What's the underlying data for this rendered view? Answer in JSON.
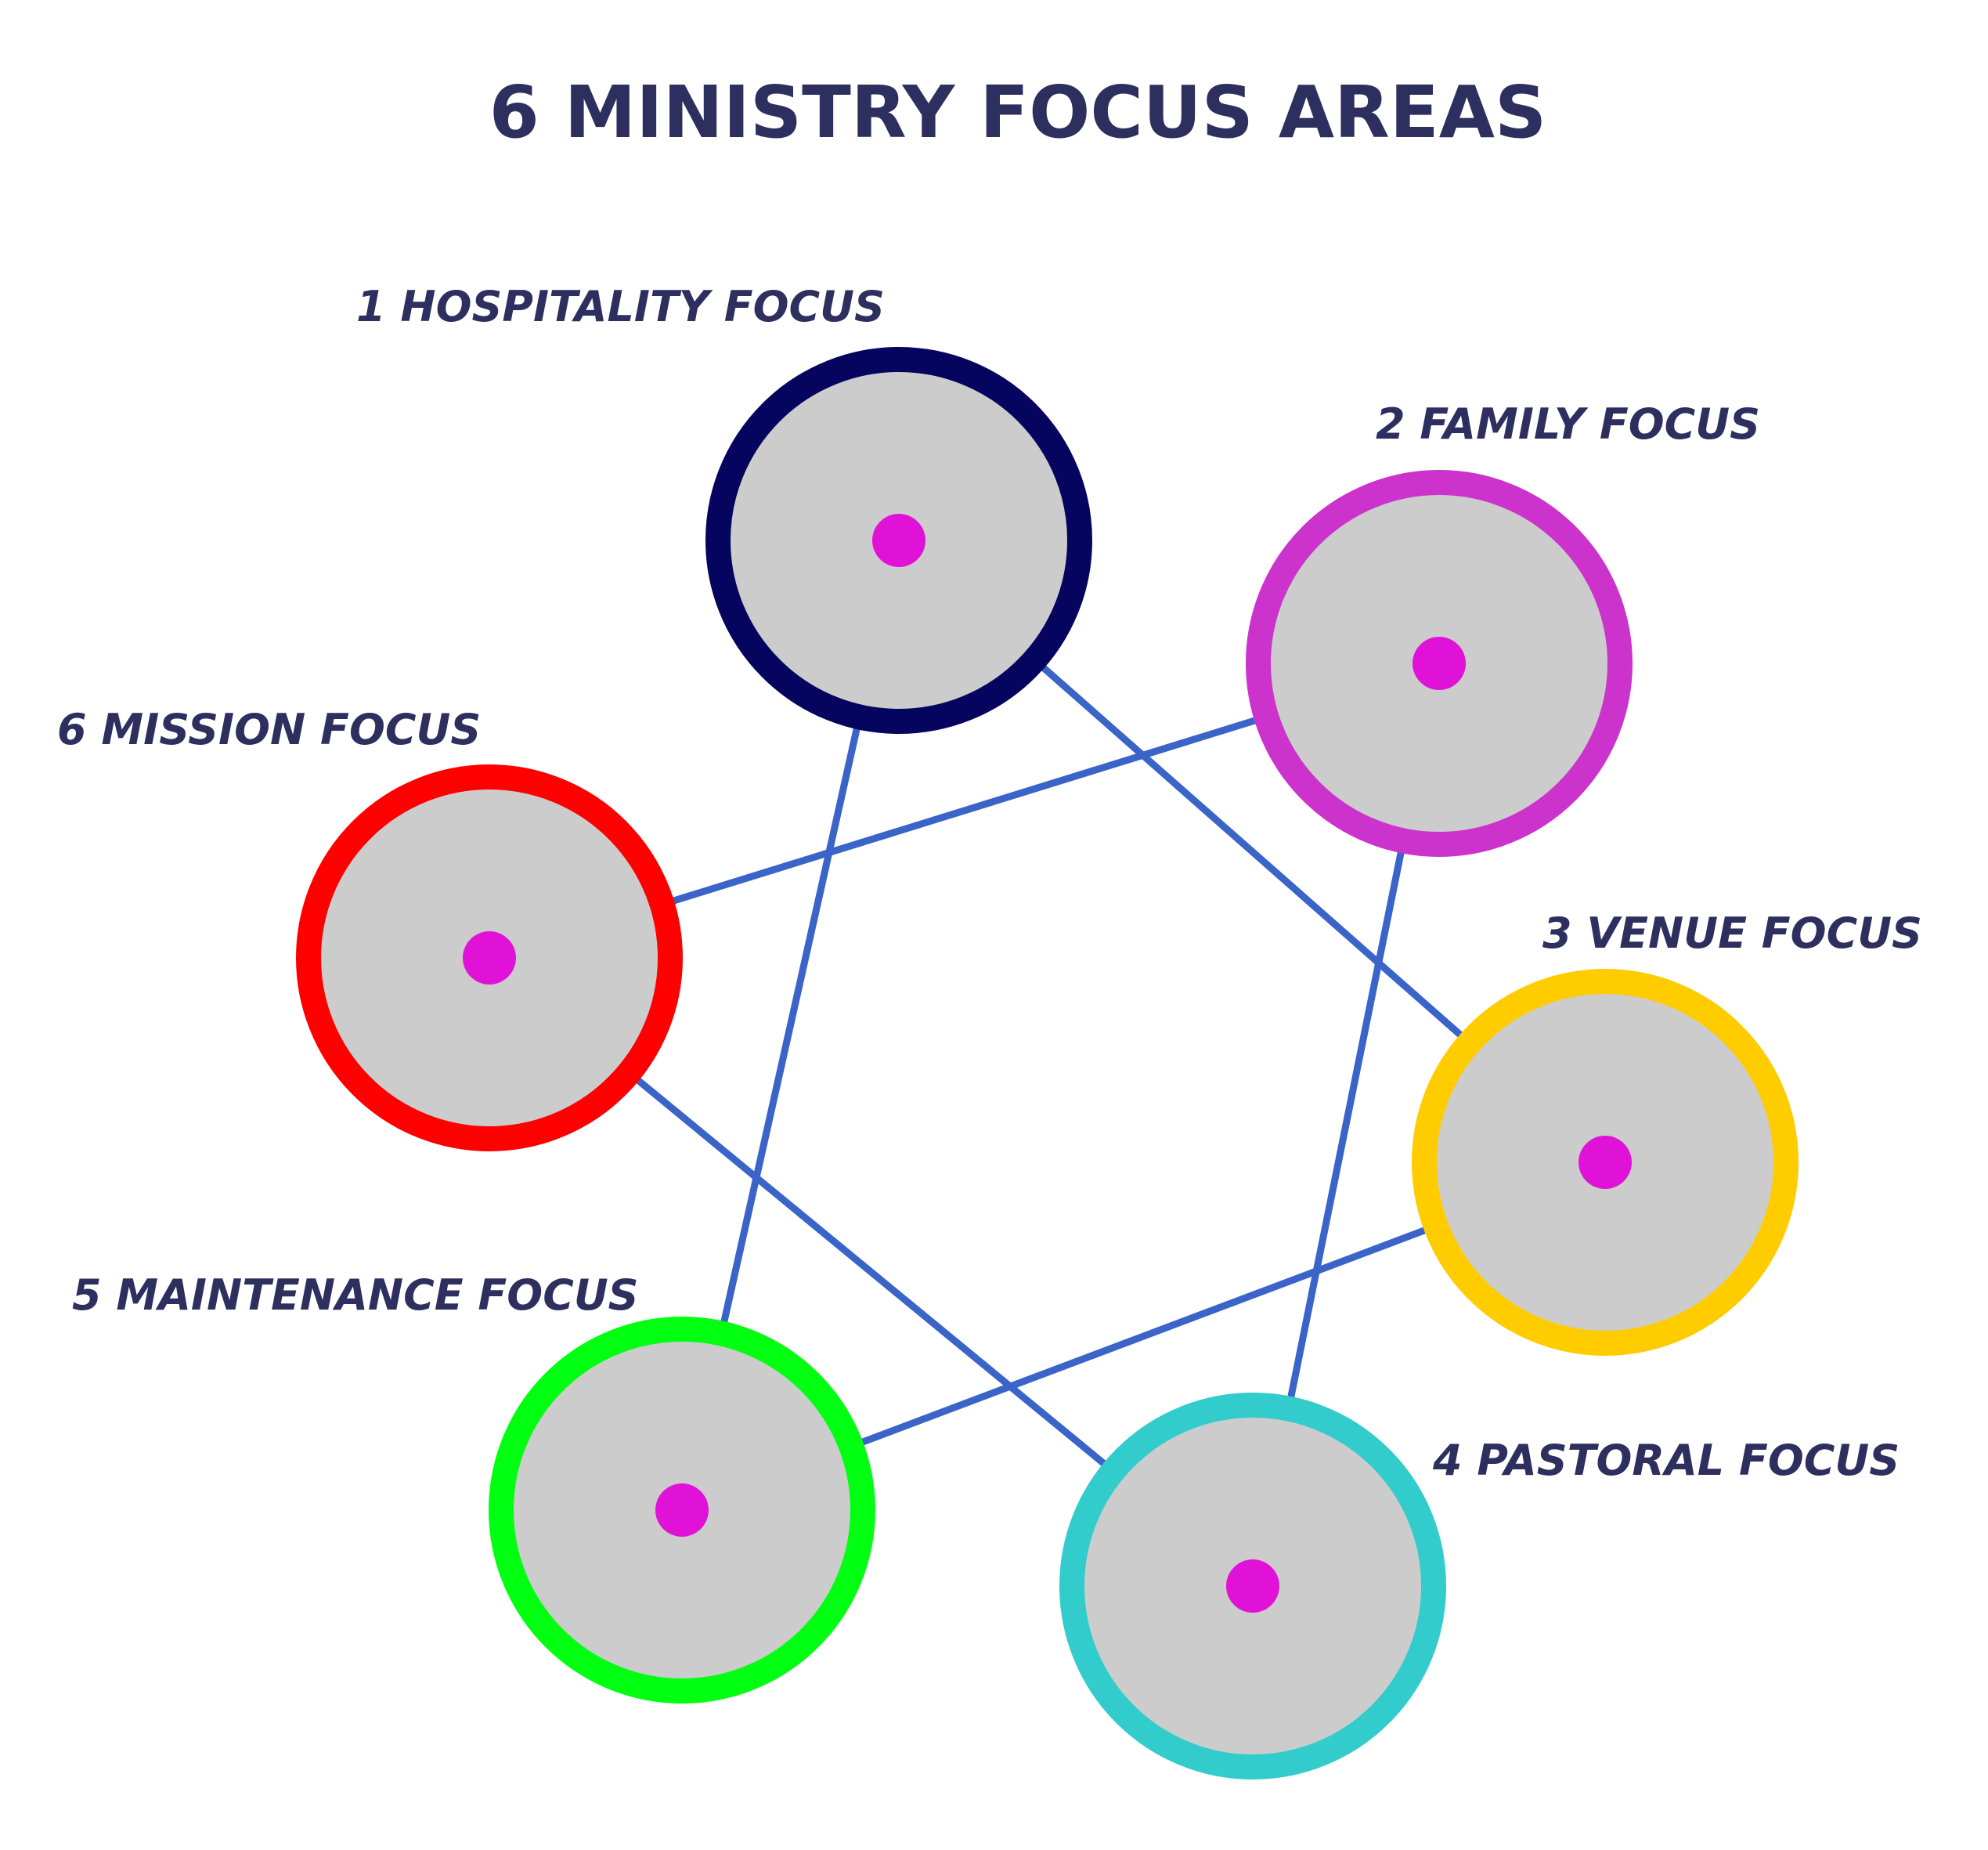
{
  "title": "6 MINISTRY FOCUS AREAS",
  "colors": {
    "title": "#2d2f5e",
    "label": "#2d2f5e",
    "circle_fill": "#cccccc",
    "connector_line": "#3a64c8",
    "center_dot": "#e012d8"
  },
  "areas": [
    {
      "label": "1 HOSPITALITY FOCUS",
      "ring_color": "#05055f"
    },
    {
      "label": "2 FAMILY FOCUS",
      "ring_color": "#cc33cc"
    },
    {
      "label": "3 VENUE FOCUS",
      "ring_color": "#ffcc00"
    },
    {
      "label": "4 PASTORAL FOCUS",
      "ring_color": "#33cccc"
    },
    {
      "label": "5 MAINTENANCE FOCUS",
      "ring_color": "#00ff11"
    },
    {
      "label": "6 MISSION FOCUS",
      "ring_color": "#ff0000"
    }
  ],
  "connections": [
    {
      "from": "1 HOSPITALITY FOCUS",
      "to": "3 VENUE FOCUS"
    },
    {
      "from": "3 VENUE FOCUS",
      "to": "5 MAINTENANCE FOCUS"
    },
    {
      "from": "5 MAINTENANCE FOCUS",
      "to": "1 HOSPITALITY FOCUS"
    },
    {
      "from": "2 FAMILY FOCUS",
      "to": "4 PASTORAL FOCUS"
    },
    {
      "from": "4 PASTORAL FOCUS",
      "to": "6 MISSION FOCUS"
    },
    {
      "from": "6 MISSION FOCUS",
      "to": "2 FAMILY FOCUS"
    }
  ]
}
